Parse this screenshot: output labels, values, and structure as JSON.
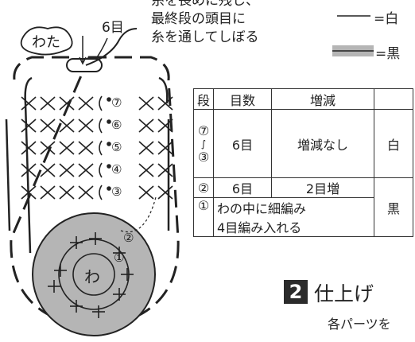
{
  "annotations": {
    "wata": "わた",
    "stitch_count": "6目",
    "instruction": [
      "糸を長めに残し、",
      "最終段の頭目に",
      "糸を通してしぼる"
    ]
  },
  "legend": [
    {
      "label": "=白",
      "color": "#ffffff"
    },
    {
      "label": "=黒",
      "color": "#b5b5b5"
    }
  ],
  "diagram": {
    "row_marks": [
      "⑦",
      "⑥",
      "⑤",
      "④",
      "③",
      "②",
      "①"
    ],
    "center": "わ"
  },
  "table": {
    "headers": [
      "段",
      "目数",
      "増減",
      ""
    ],
    "rows": [
      {
        "round": [
          "⑦",
          "∫",
          "③"
        ],
        "count": "6目",
        "change": "増減なし",
        "color": "白"
      },
      {
        "round": "②",
        "count": "6目",
        "change": "2目増",
        "color": "黒"
      },
      {
        "round": "①",
        "merged": [
          "わの中に細編み",
          "4目編み入れる"
        ],
        "color": "黒"
      }
    ]
  },
  "section": {
    "number": "2",
    "title": "仕上げ",
    "body": "各パーツを"
  },
  "colors": {
    "ink": "#222222",
    "gray_fill": "#b5b5b5",
    "heading_bg": "#2b2b2b"
  }
}
